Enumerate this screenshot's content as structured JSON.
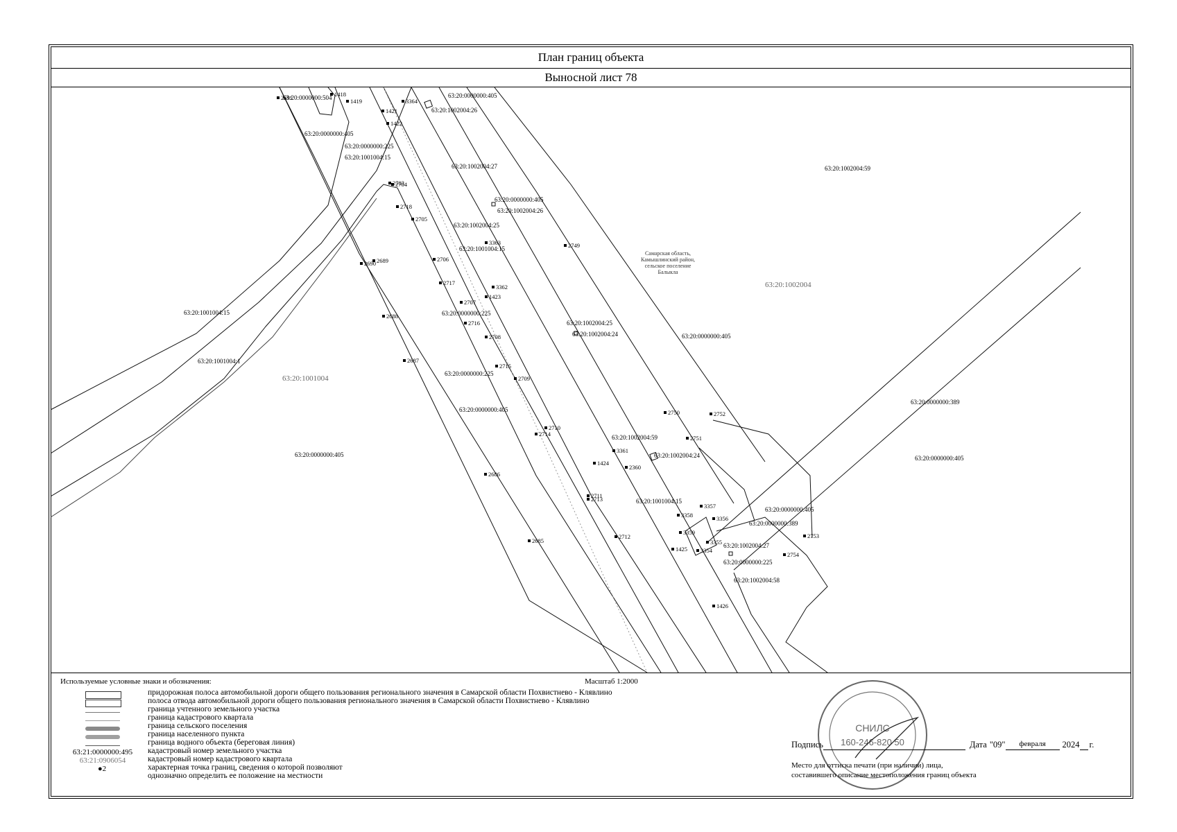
{
  "header": {
    "title": "План границ объекта",
    "subtitle": "Выносной лист 78"
  },
  "map": {
    "parcel_labels": [
      "63:20:0000000:504",
      "63:20:0000000:405",
      "63:20:0000000:225",
      "63:20:1001004:15",
      "63:20:0000000:405",
      "63:20:1002004:26",
      "63:20:1002004:27",
      "63:20:1002004:59",
      "63:20:0000000:405",
      "63:20:1002004:26",
      "63:20:1002004:25",
      "63:20:1001004:15",
      "63:20:0000000:225",
      "63:20:1001004:15",
      "63:20:1001004:1",
      "63:20:1002004:25",
      "63:20:1002004:24",
      "63:20:0000000:405",
      "63:20:0000000:225",
      "63:20:0000000:405",
      "63:20:0000000:389",
      "63:20:0000000:405",
      "63:20:1002004:59",
      "63:20:1002004:24",
      "63:20:0000000:405",
      "63:20:1001004:15",
      "63:20:0000000:405",
      "63:20:0000000:389",
      "63:20:1002004:27",
      "63:20:0000000:225",
      "63:20:1002004:58"
    ],
    "quarter_labels": [
      "63:20:1002004",
      "63:20:1001004"
    ],
    "settlement_note": [
      "Самарская область,",
      "Камышлинский район,",
      "сельское поселение",
      "Балыкла"
    ],
    "points": [
      "2691",
      "1418",
      "1419",
      "3364",
      "1421",
      "1422",
      "2703",
      "2704",
      "2718",
      "2705",
      "3363",
      "2749",
      "2690",
      "2689",
      "2706",
      "2717",
      "3362",
      "1423",
      "2707",
      "2688",
      "2716",
      "2708",
      "2687",
      "2715",
      "2709",
      "2750",
      "2752",
      "2751",
      "2710",
      "2714",
      "3361",
      "1424",
      "2360",
      "2686",
      "2713",
      "2711",
      "3357",
      "3358",
      "3356",
      "2753",
      "3359",
      "2712",
      "3355",
      "2685",
      "3354",
      "1425",
      "2754",
      "1426"
    ]
  },
  "legend": {
    "heading": "Используемые условные знаки и обозначения:",
    "scale": "Масштаб 1:2000",
    "items": [
      "придорожная полоса автомобильной дороги общего пользования регионального значения в Самарской области Похвистнево - Клявлино",
      "полоса отвода автомобильной дороги общего пользования регионального значения в Самарской области Похвистнево - Клявлино",
      "граница учтенного земельного участка",
      "граница кадастрового квартала",
      "граница сельского поселения",
      "граница населенного пункта",
      "граница водного объекта (береговая линия)",
      "кадастровый номер земельного участка",
      "кадастровый номер кадастрового квартала",
      "характерная точка границ, сведения о которой позволяют",
      "однозначно определить ее положение на местности"
    ],
    "code_parcel": "63:21:0000000:495",
    "code_quarter": "63:21:0906054",
    "point_example": "●2"
  },
  "signature": {
    "sign_label": "Подпись",
    "date_label": "Дата",
    "day": "\"09\"",
    "month": "февраля",
    "year": "2024",
    "year_suffix": "г.",
    "stamp_line1": "Место для оттиска печати (при наличии) лица,",
    "stamp_line2": "составившего описание местоположения границ объекта"
  },
  "seal": {
    "snils_label": "СНИЛС",
    "snils_number": "160-246-820 50"
  }
}
